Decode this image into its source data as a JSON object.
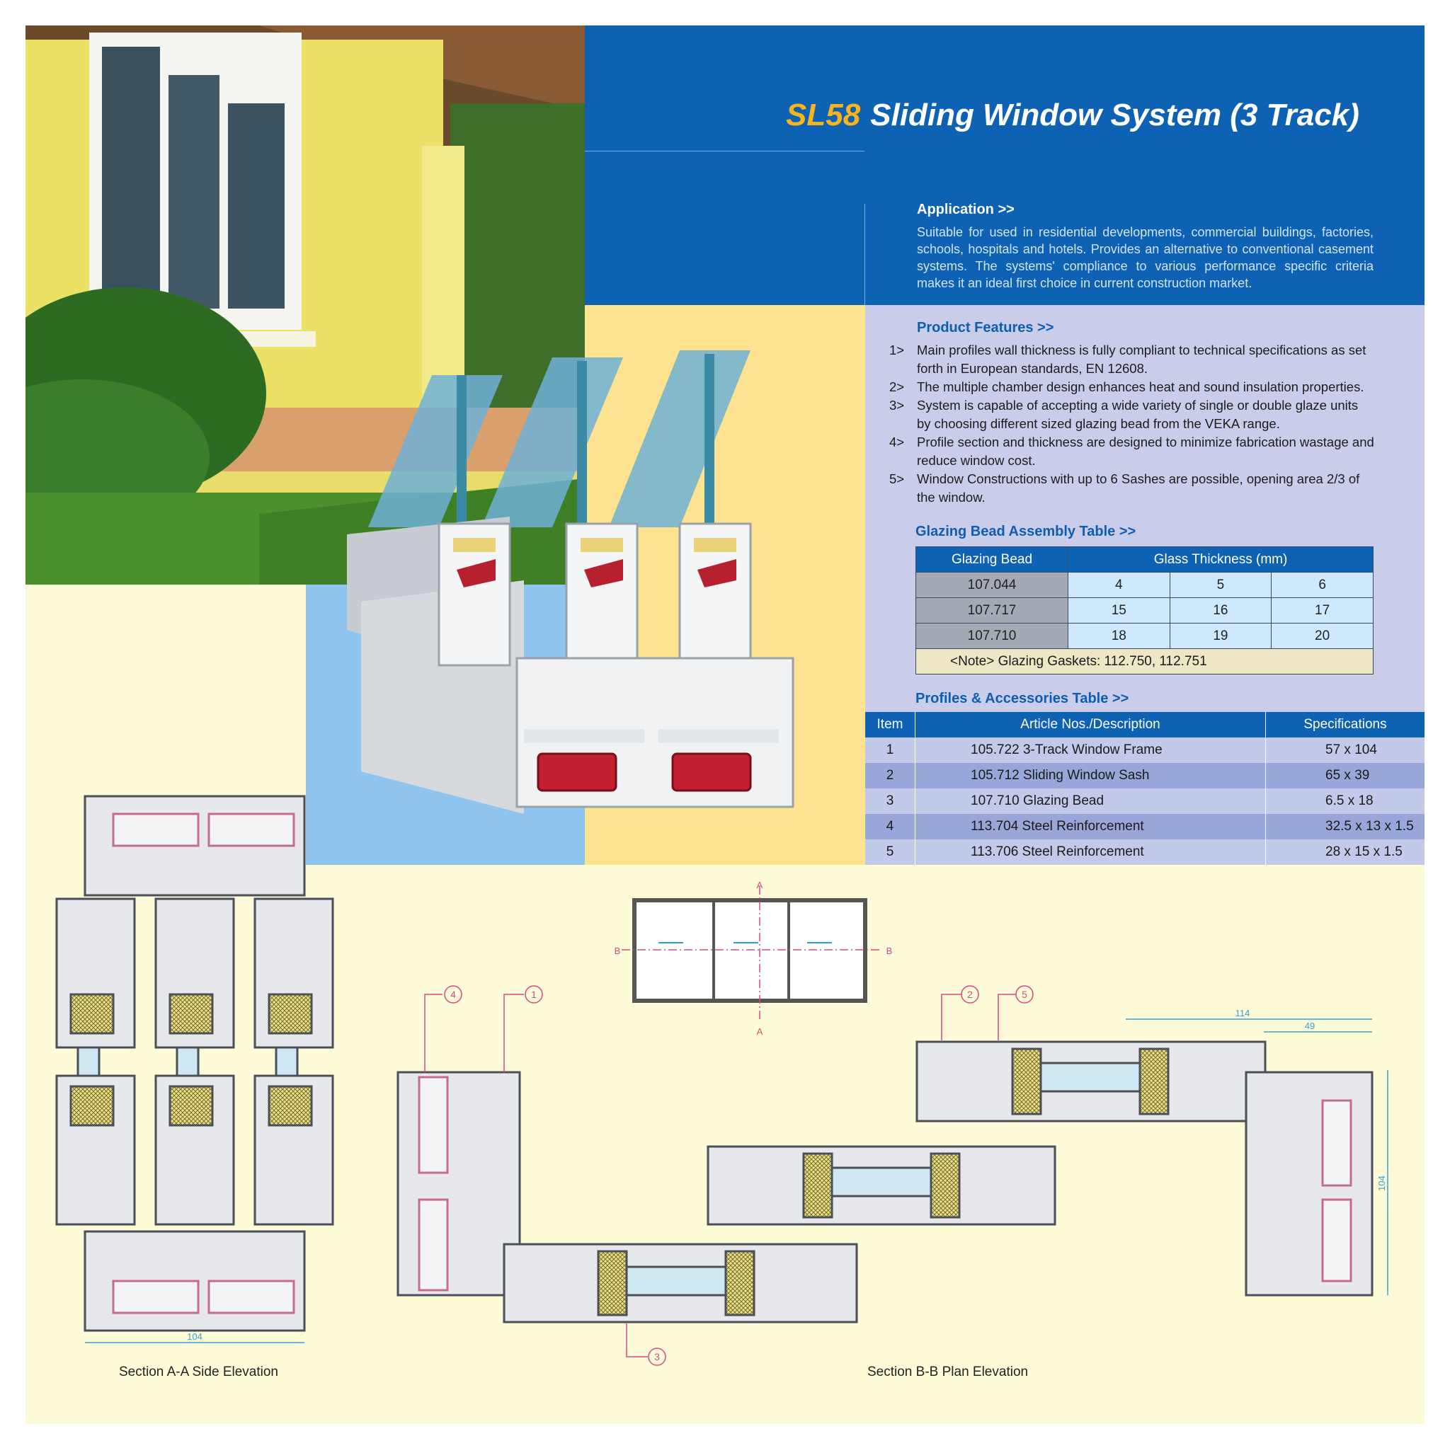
{
  "title": {
    "code": "SL58",
    "name": "Sliding Window System (3 Track)"
  },
  "application": {
    "heading": "Application >>",
    "text": "Suitable for used in residential developments, commercial buildings, factories, schools, hospitals and hotels. Provides an alternative to conventional casement systems. The systems' compliance to various performance specific criteria makes it an ideal first choice in current construction market."
  },
  "features": {
    "heading": "Product Features >>",
    "items": [
      {
        "num": "1>",
        "text": "Main profiles wall thickness is fully compliant to technical specifications as set forth in European standards, EN 12608."
      },
      {
        "num": "2>",
        "text": "The multiple chamber design enhances heat and sound insulation properties."
      },
      {
        "num": "3>",
        "text": "System is capable of accepting a wide variety of single or double glaze units by choosing different sized glazing bead from the VEKA range."
      },
      {
        "num": "4>",
        "text": "Profile section and thickness are designed to minimize fabrication wastage and reduce window cost."
      },
      {
        "num": "5>",
        "text": "Window Constructions with up to 6 Sashes are possible, opening area 2/3 of the window."
      }
    ]
  },
  "glazing_table": {
    "heading": "Glazing Bead Assembly Table >>",
    "header": [
      "Glazing Bead",
      "Glass Thickness (mm)"
    ],
    "rows": [
      {
        "bead": "107.044",
        "values": [
          "4",
          "5",
          "6"
        ]
      },
      {
        "bead": "107.717",
        "values": [
          "15",
          "16",
          "17"
        ]
      },
      {
        "bead": "107.710",
        "values": [
          "18",
          "19",
          "20"
        ]
      }
    ],
    "note": "<Note> Glazing Gaskets: 112.750, 112.751"
  },
  "profiles_table": {
    "heading": "Profiles & Accessories Table >>",
    "header": [
      "Item",
      "Article Nos./Description",
      "Specifications"
    ],
    "rows": [
      {
        "item": "1",
        "desc": "105.722 3-Track Window Frame",
        "spec": "57 x 104"
      },
      {
        "item": "2",
        "desc": "105.712 Sliding Window Sash",
        "spec": "65 x 39"
      },
      {
        "item": "3",
        "desc": "107.710 Glazing Bead",
        "spec": "6.5 x 18"
      },
      {
        "item": "4",
        "desc": "113.704 Steel Reinforcement",
        "spec": "32.5 x 13 x 1.5"
      },
      {
        "item": "5",
        "desc": "113.706 Steel Reinforcement",
        "spec": "28 x 15 x 1.5"
      }
    ]
  },
  "drawings": {
    "section_a_caption": "Section A-A Side Elevation",
    "section_b_caption": "Section B-B Plan Elevation",
    "elevation_labels": {
      "a": "A",
      "b": "B"
    },
    "callouts": [
      "1",
      "2",
      "3",
      "4",
      "5"
    ],
    "dimensions": {
      "a_width": "104",
      "b_total": "114",
      "b_part": "49",
      "b_height": "104"
    }
  },
  "colors": {
    "brand_blue": "#0d62b4",
    "accent_orange": "#f8b41b",
    "panel_lavender": "#c9cdea",
    "background_cream": "#fefbd9",
    "callout_pink": "#d64a86"
  }
}
